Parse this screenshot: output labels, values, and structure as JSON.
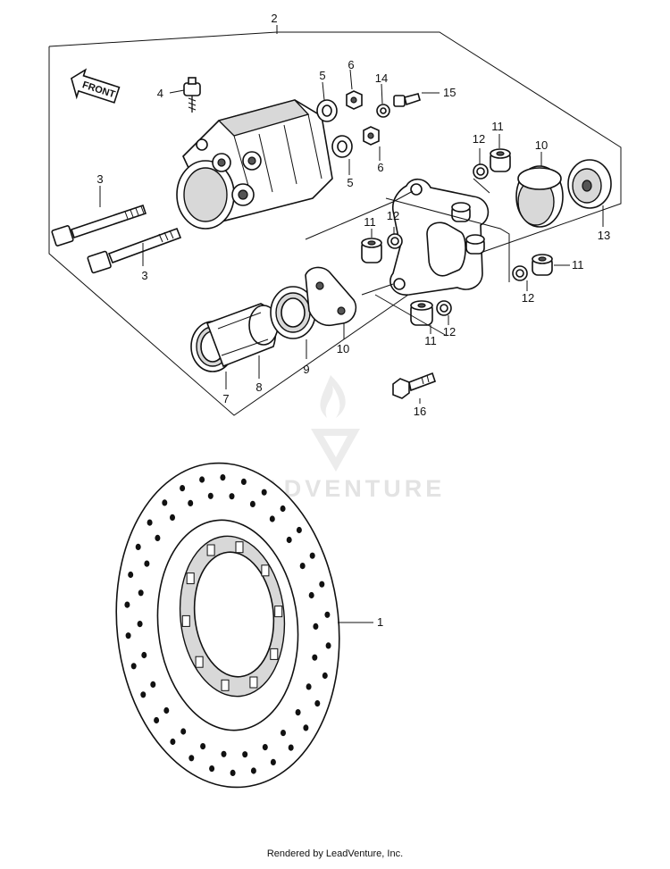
{
  "callouts": {
    "c1": "1",
    "c2": "2",
    "c3a": "3",
    "c3b": "3",
    "c4": "4",
    "c5a": "5",
    "c5b": "5",
    "c6a": "6",
    "c6b": "6",
    "c7": "7",
    "c8": "8",
    "c9": "9",
    "c10a": "10",
    "c10b": "10",
    "c11a": "11",
    "c11b": "11",
    "c11c": "11",
    "c11d": "11",
    "c12a": "12",
    "c12b": "12",
    "c12c": "12",
    "c12d": "12",
    "c13": "13",
    "c14": "14",
    "c15": "15",
    "c16": "16"
  },
  "front_label": "FRONT",
  "watermark": "LEADVENTURE",
  "footer": "Rendered by LeadVenture, Inc."
}
